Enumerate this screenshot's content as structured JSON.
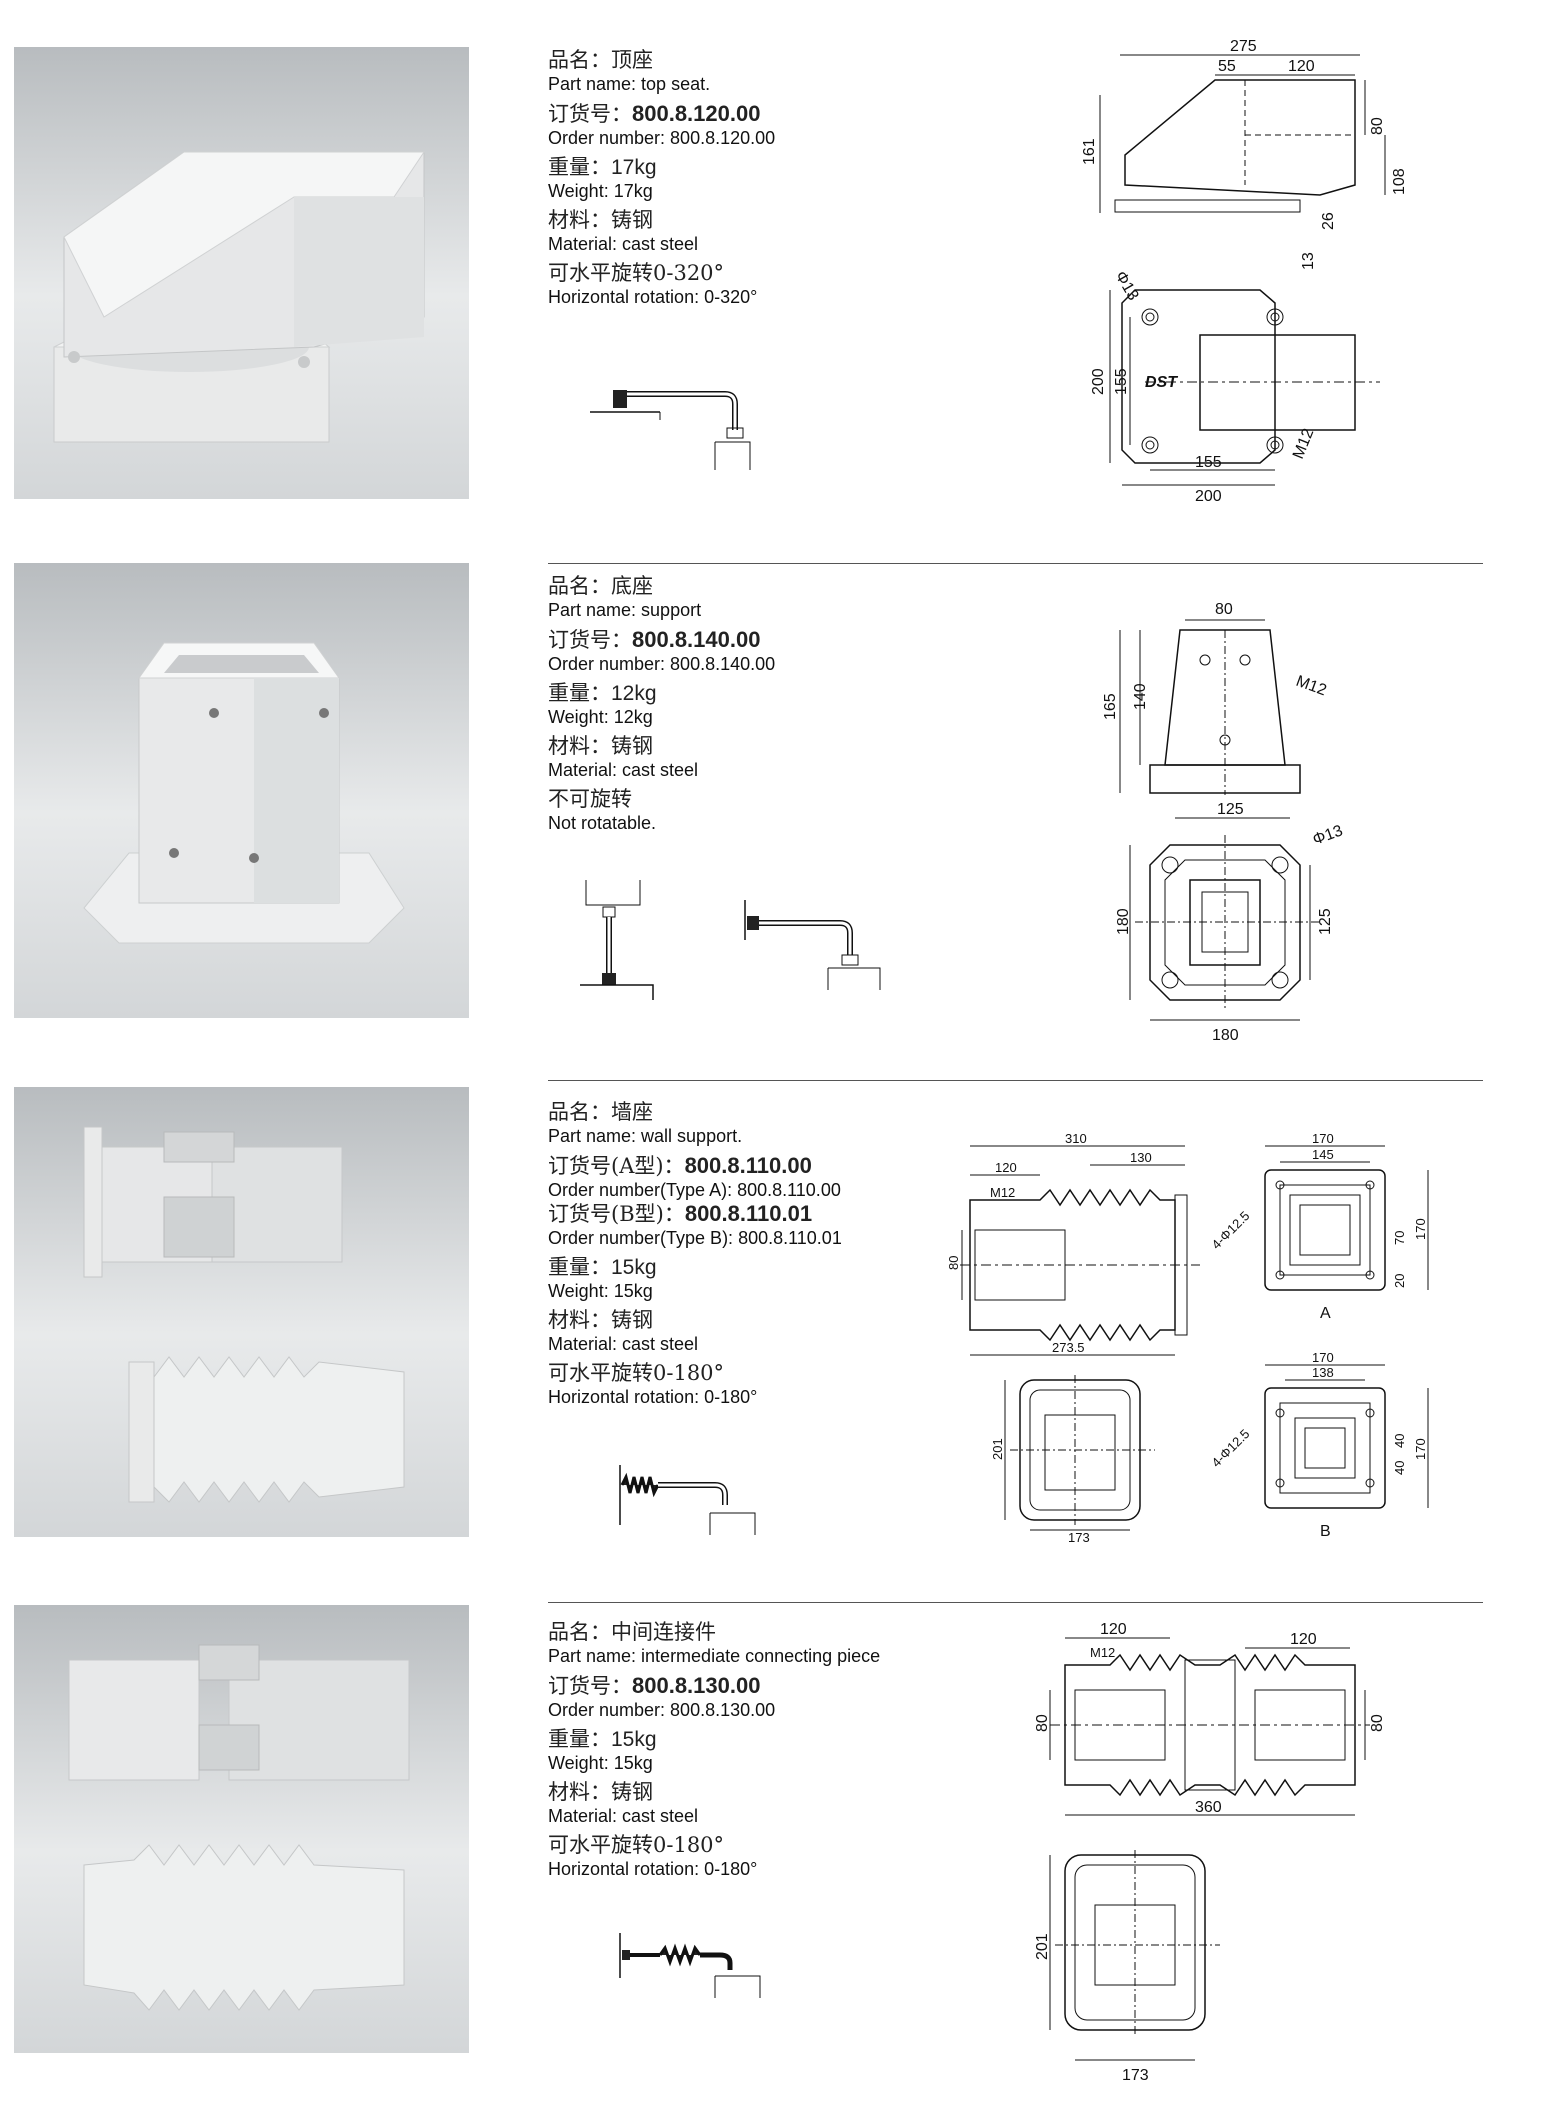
{
  "items": [
    {
      "name_cn": "品名：顶座",
      "name_en": "Part name: top seat.",
      "order_cn_label": "订货号：",
      "order_cn_value": "800.8.120.00",
      "order_en": "Order number: 800.8.120.00",
      "weight_cn_label": "重量：",
      "weight_cn_value": "17kg",
      "weight_en": "Weight: 17kg",
      "material_cn": "材料：铸钢",
      "material_en": "Material: cast steel",
      "rotation_cn": "可水平旋转0-320°",
      "rotation_en": "Horizontal rotation: 0-320°",
      "dims": {
        "d275": "275",
        "d55": "55",
        "d120": "120",
        "d80": "80",
        "d161": "161",
        "d108": "108",
        "d26": "26",
        "d13": "13",
        "phi13": "Φ13",
        "d200": "200",
        "d155": "155",
        "logo": "DST",
        "m12": "M12",
        "b155": "155",
        "b200": "200"
      }
    },
    {
      "name_cn": "品名：底座",
      "name_en": "Part name: support",
      "order_cn_label": "订货号：",
      "order_cn_value": "800.8.140.00",
      "order_en": "Order number: 800.8.140.00",
      "weight_cn_label": "重量：",
      "weight_cn_value": "12kg",
      "weight_en": "Weight: 12kg",
      "material_cn": "材料：铸钢",
      "material_en": "Material: cast steel",
      "rotation_cn": "不可旋转",
      "rotation_en": "Not rotatable.",
      "dims": {
        "d80": "80",
        "m12": "M12",
        "d165": "165",
        "d140": "140",
        "d125": "125",
        "phi13": "Φ13",
        "d180": "180",
        "r125": "125",
        "b180": "180"
      }
    },
    {
      "name_cn": "品名：墙座",
      "name_en": "Part name: wall support.",
      "order_a_cn_label": "订货号(A型)：",
      "order_a_cn_value": "800.8.110.00",
      "order_a_en": "Order number(Type A): 800.8.110.00",
      "order_b_cn_label": "订货号(B型)：",
      "order_b_cn_value": "800.8.110.01",
      "order_b_en": "Order number(Type B): 800.8.110.01",
      "weight_cn_label": "重量：",
      "weight_cn_value": "15kg",
      "weight_en": "Weight: 15kg",
      "material_cn": "材料：铸钢",
      "material_en": "Material: cast steel",
      "rotation_cn": "可水平旋转0-180°",
      "rotation_en": "Horizontal rotation: 0-180°",
      "dims": {
        "d310": "310",
        "d120": "120",
        "d130": "130",
        "m12": "M12",
        "d80": "80",
        "d2735": "273.5",
        "a170": "170",
        "a145": "145",
        "a4phi": "4-Φ12.5",
        "a70": "70",
        "a170r": "170",
        "a20": "20",
        "labelA": "A",
        "d201": "201",
        "d173": "173",
        "b170": "170",
        "b138": "138",
        "b4phi": "4-Φ12.5",
        "b40a": "40",
        "b40b": "40",
        "b170r": "170",
        "labelB": "B"
      }
    },
    {
      "name_cn": "品名：中间连接件",
      "name_en": "Part name: intermediate connecting piece",
      "order_cn_label": "订货号：",
      "order_cn_value": "800.8.130.00",
      "order_en": "Order number: 800.8.130.00",
      "weight_cn_label": "重量：",
      "weight_cn_value": "15kg",
      "weight_en": "Weight: 15kg",
      "material_cn": "材料：铸钢",
      "material_en": "Material: cast steel",
      "rotation_cn": "可水平旋转0-180°",
      "rotation_en": "Horizontal rotation: 0-180°",
      "dims": {
        "d120a": "120",
        "d120b": "120",
        "m12": "M12",
        "d80l": "80",
        "d80r": "80",
        "d360": "360",
        "d201": "201",
        "d173": "173"
      }
    }
  ]
}
